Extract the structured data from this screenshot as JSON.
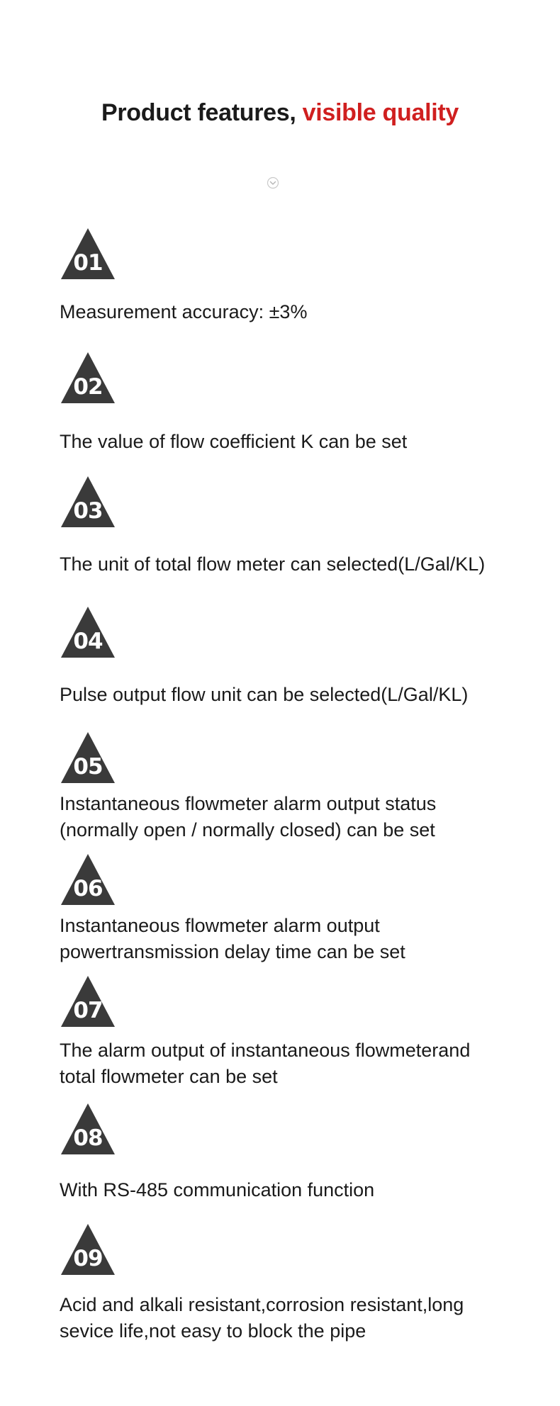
{
  "header": {
    "title_main": "Product features, ",
    "title_accent": "visible quality",
    "accent_color": "#d01f1f",
    "scroll_icon": "chevron-down-circle-icon"
  },
  "badge_color": "#3a3a3a",
  "features": [
    {
      "number": "01",
      "text": "Measurement accuracy: ±3%"
    },
    {
      "number": "02",
      "text": "The value of flow coefficient K can be set"
    },
    {
      "number": "03",
      "text": "The unit of total flow meter can selected(L/Gal/KL)"
    },
    {
      "number": "04",
      "text": "Pulse output flow unit can be selected(L/Gal/KL)"
    },
    {
      "number": "05",
      "text": "Instantaneous flowmeter alarm output status\n(normally open / normally closed) can be set"
    },
    {
      "number": "06",
      "text": "Instantaneous flowmeter alarm output\npowertransmission delay time can be set"
    },
    {
      "number": "07",
      "text": "The alarm output of instantaneous flowmeterand\ntotal flowmeter can be set"
    },
    {
      "number": "08",
      "text": "With RS-485 communication function"
    },
    {
      "number": "09",
      "text": "Acid and alkali resistant,corrosion resistant,long\nsevice life,not easy to block the pipe"
    }
  ]
}
